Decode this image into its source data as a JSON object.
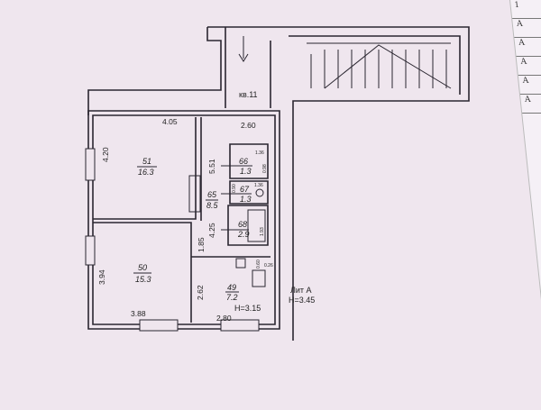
{
  "apartment_label": "кв.11",
  "building": {
    "litera": "Лит А",
    "height": "H=3.45"
  },
  "kitchen_height": "H=3.15",
  "rooms": [
    {
      "num": "51",
      "area": "16.3"
    },
    {
      "num": "50",
      "area": "15.3"
    },
    {
      "num": "65",
      "area": "8.5"
    },
    {
      "num": "66",
      "area": "1.3"
    },
    {
      "num": "67",
      "area": "1.3"
    },
    {
      "num": "68",
      "area": "2.9"
    },
    {
      "num": "49",
      "area": "7.2"
    }
  ],
  "dimensions": {
    "d405": "4.05",
    "d260": "2.60",
    "d420": "4.20",
    "d551": "5.51",
    "d425": "4.25",
    "d185": "1.85",
    "d394": "3.94",
    "d262": "2.62",
    "d388": "3.88",
    "d280": "2.80",
    "d136a": "1.36",
    "d098": "0.98",
    "d136b": "1.36",
    "d090": "0.90",
    "d193": "1.93",
    "d060": "0.60",
    "d026": "0.26"
  },
  "side_sheet": [
    "1",
    "A",
    "A",
    "A",
    "A",
    "A"
  ]
}
